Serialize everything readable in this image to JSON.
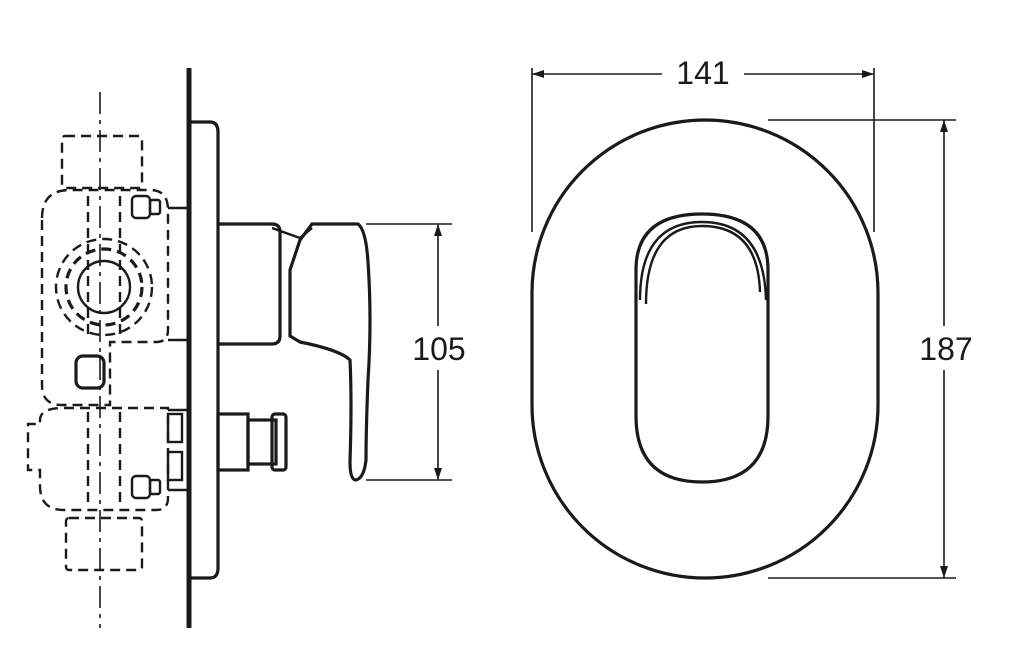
{
  "dimensions": {
    "width": "141",
    "height": "187",
    "handle_height": "105"
  }
}
